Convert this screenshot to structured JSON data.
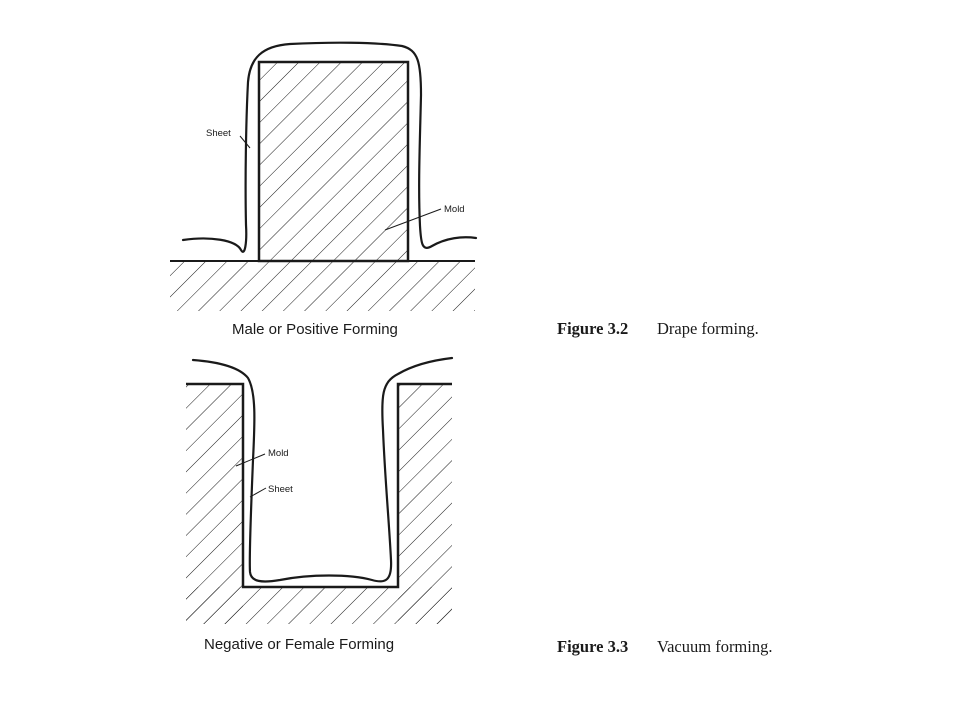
{
  "figure_drape": {
    "sheet_label": "Sheet",
    "mold_label": "Mold",
    "subtitle": "Male or Positive Forming",
    "caption_number": "Figure 3.2",
    "caption_text": "Drape forming."
  },
  "figure_vacuum": {
    "mold_label": "Mold",
    "sheet_label": "Sheet",
    "subtitle": "Negative or Female Forming",
    "caption_number": "Figure 3.3",
    "caption_text": "Vacuum forming."
  },
  "colors": {
    "ink": "#1a1a1a",
    "paper": "#ffffff"
  }
}
